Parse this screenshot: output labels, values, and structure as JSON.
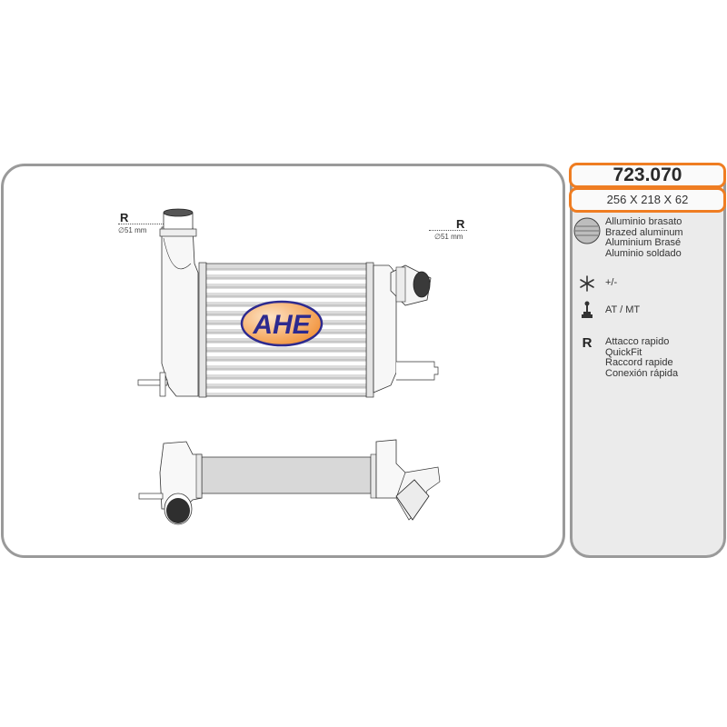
{
  "product": {
    "code": "723.070",
    "dimensions": "256 X 218 X 62",
    "brand_logo": "AHE"
  },
  "info_panel": {
    "material": {
      "icon": "brazed-aluminum-icon",
      "lines": [
        "Alluminio brasato",
        "Brazed aluminum",
        "Aluminium Brasé",
        "Aluminio soldado"
      ]
    },
    "ac": {
      "icon": "snowflake-icon",
      "label": "+/-"
    },
    "transmission": {
      "icon": "gear-shift-icon",
      "label": "AT / MT"
    },
    "connection": {
      "icon_letter": "R",
      "lines": [
        "Attacco rapido",
        "QuickFit",
        "Raccord rapide",
        "Conexión rápida"
      ]
    }
  },
  "drawing": {
    "callout_left": {
      "letter": "R",
      "diameter": "∅51 mm"
    },
    "callout_right": {
      "letter": "R",
      "diameter": "∅51 mm"
    }
  },
  "colors": {
    "accent_orange": "#ef7d22",
    "panel_border": "#9a9a9a",
    "panel_bg": "#ebebeb",
    "logo_blue": "#2d2a8f",
    "logo_orange": "#f08a2c"
  }
}
